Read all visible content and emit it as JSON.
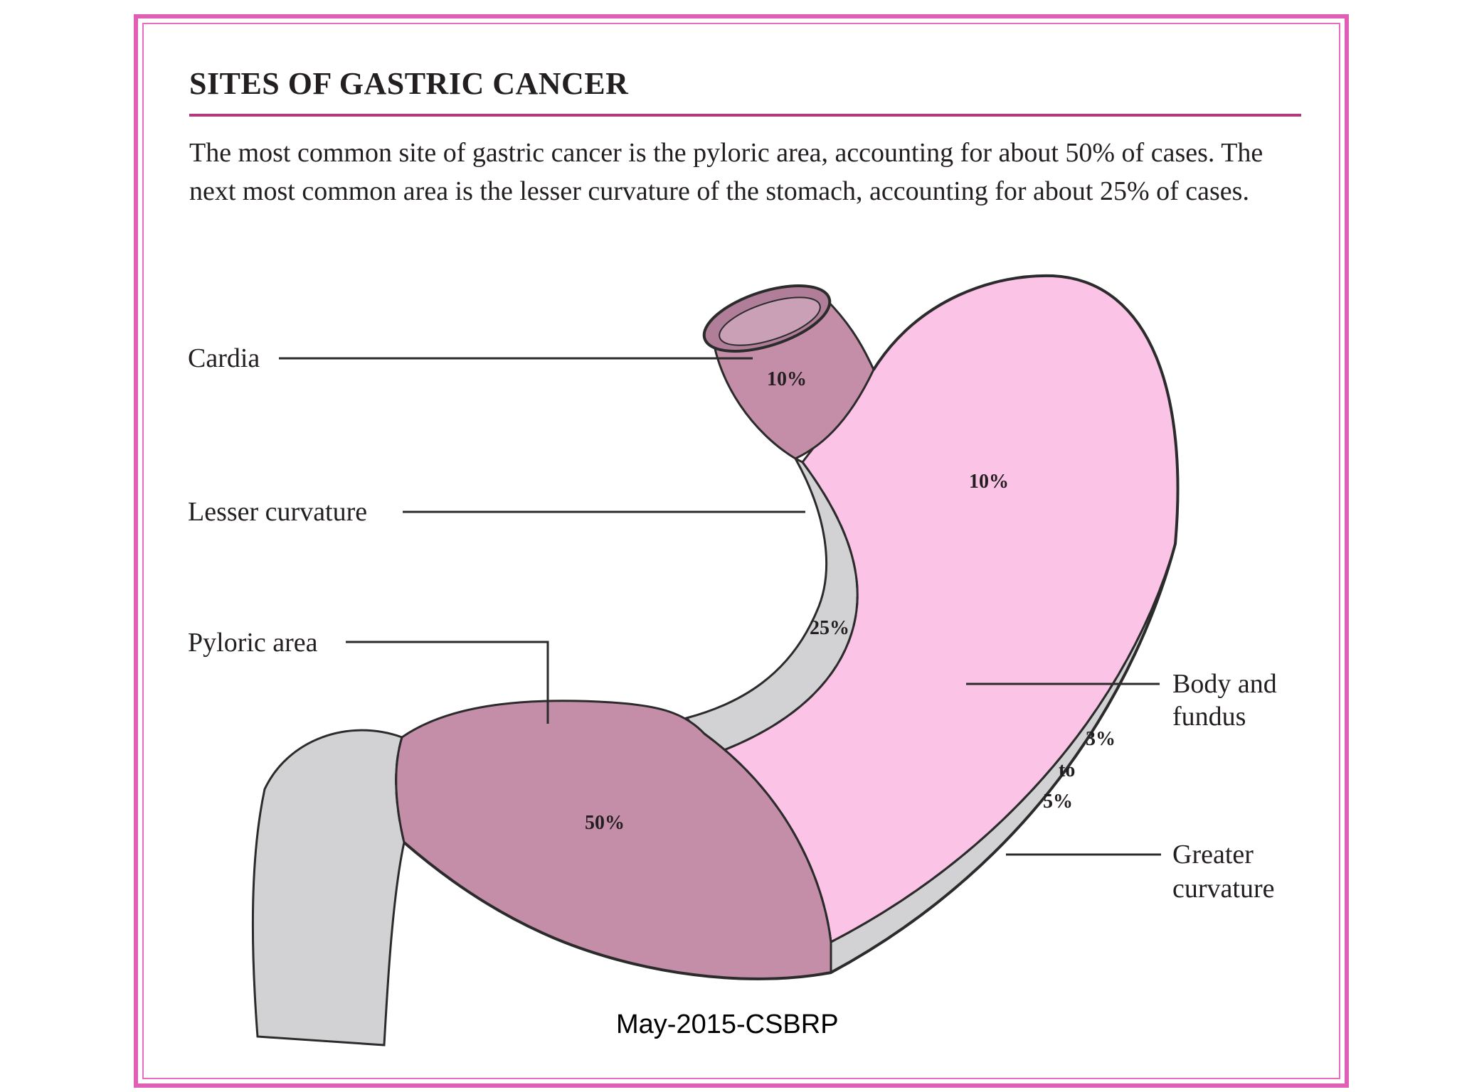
{
  "title": "SITES OF GASTRIC CANCER",
  "description": "The most common site of gastric cancer is the pyloric area, accounting for about 50% of cases. The next most common area is the lesser curvature of the stomach, accounting for about 25% of cases.",
  "labels": {
    "cardia": "Cardia",
    "lesser_curvature": "Lesser curvature",
    "pyloric_area": "Pyloric area",
    "body_and_fundus_line1": "Body and",
    "body_and_fundus_line2": "fundus",
    "greater_curvature_line1": "Greater",
    "greater_curvature_line2": "curvature"
  },
  "percentages": {
    "cardia": "10%",
    "body_and_fundus": "10%",
    "lesser_curvature": "25%",
    "pyloric_area": "50%",
    "greater_curvature_line1": "3%",
    "greater_curvature_line2": "to",
    "greater_curvature_line3": "5%"
  },
  "footer": "May-2015-CSBRP",
  "colors": {
    "frame": "#e05fb5",
    "title_rule": "#b23a7c",
    "body_fundus_fill": "#fbc3e6",
    "mauve_fill": "#c48ea9",
    "gray_fill": "#d2d2d4",
    "outline": "#2b2b2b"
  }
}
